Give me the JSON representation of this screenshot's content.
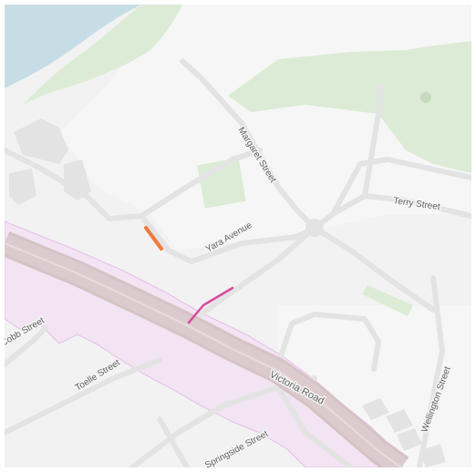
{
  "map": {
    "colors": {
      "background": "#f2f2f2",
      "water": "#c6dde6",
      "park": "#dcebd5",
      "road": "#e3e3e3",
      "road_casing": "#d6d6d6",
      "highway": "#d9c9cb",
      "highlight_zone": "#f2e4f3",
      "highlight_zone_border": "#e4bfe6",
      "building": "#e0e0e0",
      "route_orange": "#f07a3a",
      "route_pink": "#d84a9a",
      "label": "#5f5f5f"
    },
    "labels": {
      "margaret": "Margaret Street",
      "terry": "Terry Street",
      "yara": "Yara Avenue",
      "victoria": "Victoria Road",
      "cobb": "Cobb Street",
      "toelle": "Toelle Street",
      "springside": "Springside Street",
      "wellington": "Wellington Street"
    }
  }
}
